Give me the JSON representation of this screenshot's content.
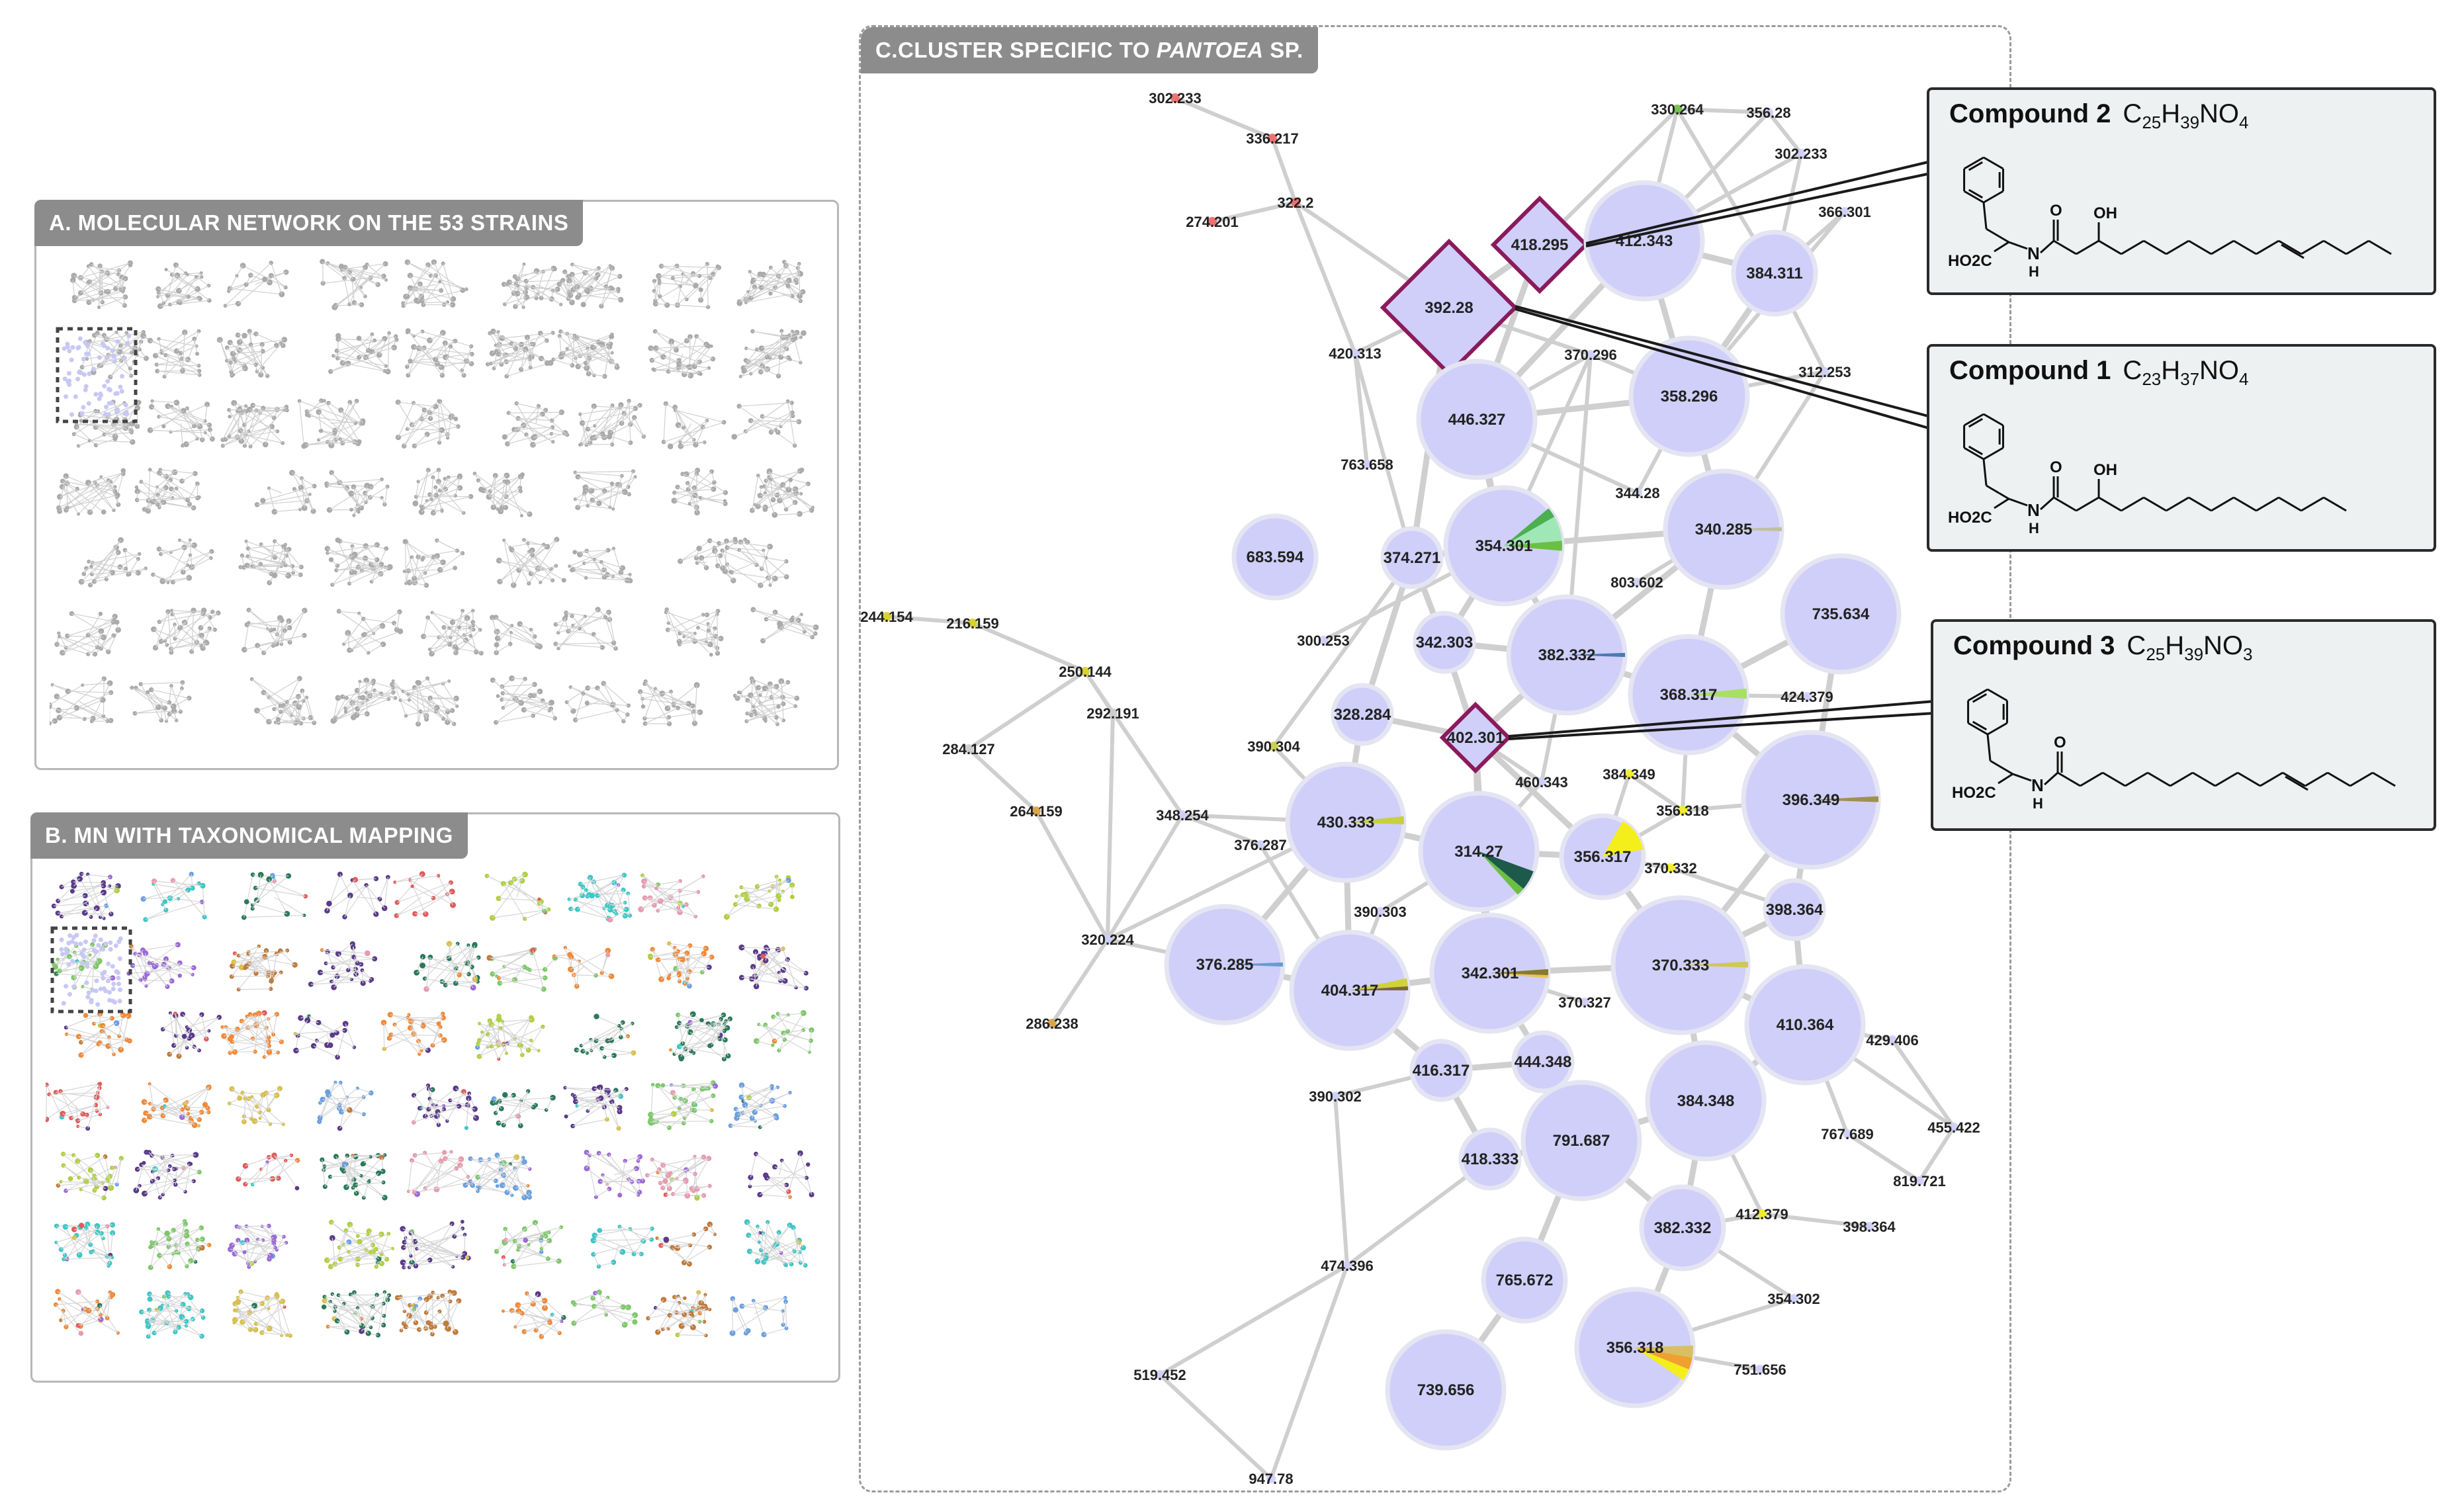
{
  "panels": {
    "a": {
      "tab": "A. MOLECULAR NETWORK ON THE 53 STRAINS"
    },
    "b": {
      "tab": "B. MN WITH TAXONOMICAL MAPPING"
    },
    "c": {
      "tab_prefix": "C.CLUSTER SPECIFIC TO ",
      "tab_italic": "PANTOEA",
      "tab_suffix": " SP."
    }
  },
  "colors": {
    "node_fill": "#cfcffa",
    "node_stroke": "#e4e4f2",
    "edge": "#cfcfcf",
    "highlight": "#8b1a5c",
    "panel_tab": "#8c8c8c"
  },
  "compounds": [
    {
      "name": "Compound 2",
      "formula": "C25H39NO4",
      "linked_node": "418.295"
    },
    {
      "name": "Compound 1",
      "formula": "C23H37NO4",
      "linked_node": "392.28"
    },
    {
      "name": "Compound 3",
      "formula": "C25H39NO3",
      "linked_node": "402.301"
    }
  ],
  "structure_labels": {
    "acid": "HO2C",
    "amine": "N",
    "h": "H",
    "carbonyl": "O",
    "hydroxyl": "OH"
  },
  "network": {
    "nodes": [
      {
        "id": "302.233a",
        "label": "302.233",
        "size": "tiny"
      },
      {
        "id": "336.217",
        "label": "336.217",
        "size": "tiny"
      },
      {
        "id": "274.201",
        "label": "274.201",
        "size": "tiny"
      },
      {
        "id": "322.2",
        "label": "322.2",
        "size": "tiny"
      },
      {
        "id": "330.264",
        "label": "330.264",
        "size": "tiny"
      },
      {
        "id": "356.28",
        "label": "356.28",
        "size": "tiny"
      },
      {
        "id": "302.233b",
        "label": "302.233",
        "size": "tiny"
      },
      {
        "id": "366.301",
        "label": "366.301",
        "size": "tiny"
      },
      {
        "id": "418.295",
        "label": "418.295",
        "size": "diamond"
      },
      {
        "id": "412.343",
        "label": "412.343",
        "size": "large"
      },
      {
        "id": "384.311",
        "label": "384.311",
        "size": "medium"
      },
      {
        "id": "392.28",
        "label": "392.28",
        "size": "diamond"
      },
      {
        "id": "420.313",
        "label": "420.313",
        "size": "tiny"
      },
      {
        "id": "370.296",
        "label": "370.296",
        "size": "tiny"
      },
      {
        "id": "312.253",
        "label": "312.253",
        "size": "tiny"
      },
      {
        "id": "446.327",
        "label": "446.327",
        "size": "large"
      },
      {
        "id": "358.296",
        "label": "358.296",
        "size": "large"
      },
      {
        "id": "763.658",
        "label": "763.658",
        "size": "tiny"
      },
      {
        "id": "344.28",
        "label": "344.28",
        "size": "tiny"
      },
      {
        "id": "683.594",
        "label": "683.594",
        "size": "medium"
      },
      {
        "id": "374.271",
        "label": "374.271",
        "size": "small"
      },
      {
        "id": "354.301",
        "label": "354.301",
        "size": "large"
      },
      {
        "id": "340.285",
        "label": "340.285",
        "size": "large"
      },
      {
        "id": "803.602",
        "label": "803.602",
        "size": "tiny"
      },
      {
        "id": "735.634",
        "label": "735.634",
        "size": "large"
      },
      {
        "id": "244.154",
        "label": "244.154",
        "size": "tiny"
      },
      {
        "id": "216.159",
        "label": "216.159",
        "size": "tiny"
      },
      {
        "id": "300.253",
        "label": "300.253",
        "size": "tiny"
      },
      {
        "id": "342.303",
        "label": "342.303",
        "size": "small"
      },
      {
        "id": "382.332a",
        "label": "382.332",
        "size": "large"
      },
      {
        "id": "368.317",
        "label": "368.317",
        "size": "large"
      },
      {
        "id": "424.379",
        "label": "424.379",
        "size": "tiny"
      },
      {
        "id": "250.144",
        "label": "250.144",
        "size": "tiny"
      },
      {
        "id": "292.191",
        "label": "292.191",
        "size": "tiny"
      },
      {
        "id": "328.284",
        "label": "328.284",
        "size": "small"
      },
      {
        "id": "402.301",
        "label": "402.301",
        "size": "diamond"
      },
      {
        "id": "284.127",
        "label": "284.127",
        "size": "tiny"
      },
      {
        "id": "390.304",
        "label": "390.304",
        "size": "tiny"
      },
      {
        "id": "460.343",
        "label": "460.343",
        "size": "tiny"
      },
      {
        "id": "384.349",
        "label": "384.349",
        "size": "tiny"
      },
      {
        "id": "356.318a",
        "label": "356.318",
        "size": "tiny"
      },
      {
        "id": "396.349",
        "label": "396.349",
        "size": "xlarge"
      },
      {
        "id": "264.159",
        "label": "264.159",
        "size": "tiny"
      },
      {
        "id": "348.254",
        "label": "348.254",
        "size": "tiny"
      },
      {
        "id": "430.333",
        "label": "430.333",
        "size": "large"
      },
      {
        "id": "376.287",
        "label": "376.287",
        "size": "tiny"
      },
      {
        "id": "314.27",
        "label": "314.27",
        "size": "large"
      },
      {
        "id": "356.317",
        "label": "356.317",
        "size": "medium"
      },
      {
        "id": "370.332",
        "label": "370.332",
        "size": "tiny"
      },
      {
        "id": "398.364a",
        "label": "398.364",
        "size": "small"
      },
      {
        "id": "390.303",
        "label": "390.303",
        "size": "tiny"
      },
      {
        "id": "320.224",
        "label": "320.224",
        "size": "tiny"
      },
      {
        "id": "376.285",
        "label": "376.285",
        "size": "large"
      },
      {
        "id": "404.317",
        "label": "404.317",
        "size": "large"
      },
      {
        "id": "342.301",
        "label": "342.301",
        "size": "large"
      },
      {
        "id": "370.333",
        "label": "370.333",
        "size": "xlarge"
      },
      {
        "id": "370.327",
        "label": "370.327",
        "size": "tiny"
      },
      {
        "id": "410.364",
        "label": "410.364",
        "size": "large"
      },
      {
        "id": "429.406",
        "label": "429.406",
        "size": "tiny"
      },
      {
        "id": "286.238",
        "label": "286.238",
        "size": "tiny"
      },
      {
        "id": "416.317",
        "label": "416.317",
        "size": "small"
      },
      {
        "id": "444.348",
        "label": "444.348",
        "size": "small"
      },
      {
        "id": "390.302",
        "label": "390.302",
        "size": "tiny"
      },
      {
        "id": "384.348",
        "label": "384.348",
        "size": "large"
      },
      {
        "id": "455.422",
        "label": "455.422",
        "size": "tiny"
      },
      {
        "id": "767.689",
        "label": "767.689",
        "size": "tiny"
      },
      {
        "id": "791.687",
        "label": "791.687",
        "size": "large"
      },
      {
        "id": "418.333",
        "label": "418.333",
        "size": "small"
      },
      {
        "id": "819.721",
        "label": "819.721",
        "size": "tiny"
      },
      {
        "id": "412.379",
        "label": "412.379",
        "size": "tiny"
      },
      {
        "id": "382.332b",
        "label": "382.332",
        "size": "medium"
      },
      {
        "id": "398.364b",
        "label": "398.364",
        "size": "tiny"
      },
      {
        "id": "474.396",
        "label": "474.396",
        "size": "tiny"
      },
      {
        "id": "765.672",
        "label": "765.672",
        "size": "medium"
      },
      {
        "id": "354.302",
        "label": "354.302",
        "size": "tiny"
      },
      {
        "id": "356.318b",
        "label": "356.318",
        "size": "large"
      },
      {
        "id": "751.656",
        "label": "751.656",
        "size": "tiny"
      },
      {
        "id": "739.656",
        "label": "739.656",
        "size": "large"
      },
      {
        "id": "519.452",
        "label": "519.452",
        "size": "tiny"
      },
      {
        "id": "947.78",
        "label": "947.78",
        "size": "tiny"
      }
    ],
    "edges": [
      [
        "302.233a",
        "336.217"
      ],
      [
        "336.217",
        "322.2"
      ],
      [
        "274.201",
        "322.2"
      ],
      [
        "322.2",
        "392.28"
      ],
      [
        "322.2",
        "420.313"
      ],
      [
        "330.264",
        "356.28"
      ],
      [
        "330.264",
        "412.343"
      ],
      [
        "330.264",
        "384.311"
      ],
      [
        "330.264",
        "418.295"
      ],
      [
        "356.28",
        "302.233b"
      ],
      [
        "356.28",
        "412.343"
      ],
      [
        "302.233b",
        "384.311"
      ],
      [
        "302.233b",
        "412.343"
      ],
      [
        "366.301",
        "384.311"
      ],
      [
        "366.301",
        "358.296"
      ],
      [
        "418.295",
        "412.343"
      ],
      [
        "418.295",
        "392.28"
      ],
      [
        "418.295",
        "446.327"
      ],
      [
        "412.343",
        "384.311"
      ],
      [
        "412.343",
        "358.296"
      ],
      [
        "412.343",
        "446.327"
      ],
      [
        "384.311",
        "358.296"
      ],
      [
        "384.311",
        "312.253"
      ],
      [
        "392.28",
        "420.313"
      ],
      [
        "392.28",
        "446.327"
      ],
      [
        "392.28",
        "370.296"
      ],
      [
        "392.28",
        "354.301"
      ],
      [
        "392.28",
        "374.271"
      ],
      [
        "420.313",
        "763.658"
      ],
      [
        "420.313",
        "374.271"
      ],
      [
        "370.296",
        "446.327"
      ],
      [
        "370.296",
        "358.296"
      ],
      [
        "370.296",
        "354.301"
      ],
      [
        "370.296",
        "382.332a"
      ],
      [
        "312.253",
        "358.296"
      ],
      [
        "312.253",
        "340.285"
      ],
      [
        "446.327",
        "354.301"
      ],
      [
        "446.327",
        "358.296"
      ],
      [
        "446.327",
        "344.28"
      ],
      [
        "358.296",
        "340.285"
      ],
      [
        "358.296",
        "344.28"
      ],
      [
        "354.301",
        "374.271"
      ],
      [
        "354.301",
        "342.303"
      ],
      [
        "354.301",
        "382.332a"
      ],
      [
        "354.301",
        "340.285"
      ],
      [
        "354.301",
        "300.253"
      ],
      [
        "340.285",
        "382.332a"
      ],
      [
        "340.285",
        "368.317"
      ],
      [
        "340.285",
        "803.602"
      ],
      [
        "735.634",
        "368.317"
      ],
      [
        "735.634",
        "396.349"
      ],
      [
        "374.271",
        "342.303"
      ],
      [
        "374.271",
        "328.284"
      ],
      [
        "374.271",
        "390.304"
      ],
      [
        "342.303",
        "382.332a"
      ],
      [
        "342.303",
        "402.301"
      ],
      [
        "382.332a",
        "368.317"
      ],
      [
        "382.332a",
        "402.301"
      ],
      [
        "382.332a",
        "460.343"
      ],
      [
        "368.317",
        "424.379"
      ],
      [
        "368.317",
        "396.349"
      ],
      [
        "368.317",
        "356.318a"
      ],
      [
        "244.154",
        "216.159"
      ],
      [
        "216.159",
        "250.144"
      ],
      [
        "250.144",
        "284.127"
      ],
      [
        "250.144",
        "292.191"
      ],
      [
        "250.144",
        "348.254"
      ],
      [
        "292.191",
        "320.224"
      ],
      [
        "284.127",
        "264.159"
      ],
      [
        "264.159",
        "320.224"
      ],
      [
        "320.224",
        "286.238"
      ],
      [
        "320.224",
        "348.254"
      ],
      [
        "320.224",
        "376.285"
      ],
      [
        "320.224",
        "430.333"
      ],
      [
        "348.254",
        "430.333"
      ],
      [
        "348.254",
        "376.287"
      ],
      [
        "328.284",
        "430.333"
      ],
      [
        "328.284",
        "402.301"
      ],
      [
        "390.304",
        "430.333"
      ],
      [
        "402.301",
        "314.27"
      ],
      [
        "402.301",
        "356.317"
      ],
      [
        "402.301",
        "460.343"
      ],
      [
        "402.301",
        "342.301"
      ],
      [
        "460.343",
        "314.27"
      ],
      [
        "384.349",
        "356.317"
      ],
      [
        "384.349",
        "356.318a"
      ],
      [
        "356.318a",
        "396.349"
      ],
      [
        "356.318a",
        "356.317"
      ],
      [
        "396.349",
        "398.364a"
      ],
      [
        "396.349",
        "370.333"
      ],
      [
        "430.333",
        "314.27"
      ],
      [
        "430.333",
        "404.317"
      ],
      [
        "430.333",
        "376.285"
      ],
      [
        "376.287",
        "404.317"
      ],
      [
        "314.27",
        "356.317"
      ],
      [
        "314.27",
        "342.301"
      ],
      [
        "314.27",
        "390.303"
      ],
      [
        "356.317",
        "370.333"
      ],
      [
        "356.317",
        "370.332"
      ],
      [
        "370.332",
        "398.364a"
      ],
      [
        "390.303",
        "404.317"
      ],
      [
        "376.285",
        "404.317"
      ],
      [
        "404.317",
        "342.301"
      ],
      [
        "404.317",
        "416.317"
      ],
      [
        "342.301",
        "370.333"
      ],
      [
        "342.301",
        "370.327"
      ],
      [
        "342.301",
        "444.348"
      ],
      [
        "370.333",
        "410.364"
      ],
      [
        "370.333",
        "398.364a"
      ],
      [
        "370.333",
        "384.348"
      ],
      [
        "410.364",
        "398.364a"
      ],
      [
        "410.364",
        "429.406"
      ],
      [
        "410.364",
        "384.348"
      ],
      [
        "410.364",
        "767.689"
      ],
      [
        "410.364",
        "455.422"
      ],
      [
        "429.406",
        "455.422"
      ],
      [
        "767.689",
        "819.721"
      ],
      [
        "455.422",
        "819.721"
      ],
      [
        "416.317",
        "390.302"
      ],
      [
        "416.317",
        "418.333"
      ],
      [
        "416.317",
        "444.348"
      ],
      [
        "444.348",
        "791.687"
      ],
      [
        "390.302",
        "474.396"
      ],
      [
        "384.348",
        "791.687"
      ],
      [
        "384.348",
        "382.332b"
      ],
      [
        "384.348",
        "412.379"
      ],
      [
        "791.687",
        "418.333"
      ],
      [
        "791.687",
        "382.332b"
      ],
      [
        "791.687",
        "765.672"
      ],
      [
        "412.379",
        "398.364b"
      ],
      [
        "412.379",
        "382.332b"
      ],
      [
        "382.332b",
        "356.318b"
      ],
      [
        "382.332b",
        "354.302"
      ],
      [
        "474.396",
        "519.452"
      ],
      [
        "474.396",
        "947.78"
      ],
      [
        "474.396",
        "418.333"
      ],
      [
        "519.452",
        "947.78"
      ],
      [
        "765.672",
        "739.656"
      ],
      [
        "356.318b",
        "751.656"
      ],
      [
        "354.302",
        "356.318b"
      ]
    ]
  }
}
